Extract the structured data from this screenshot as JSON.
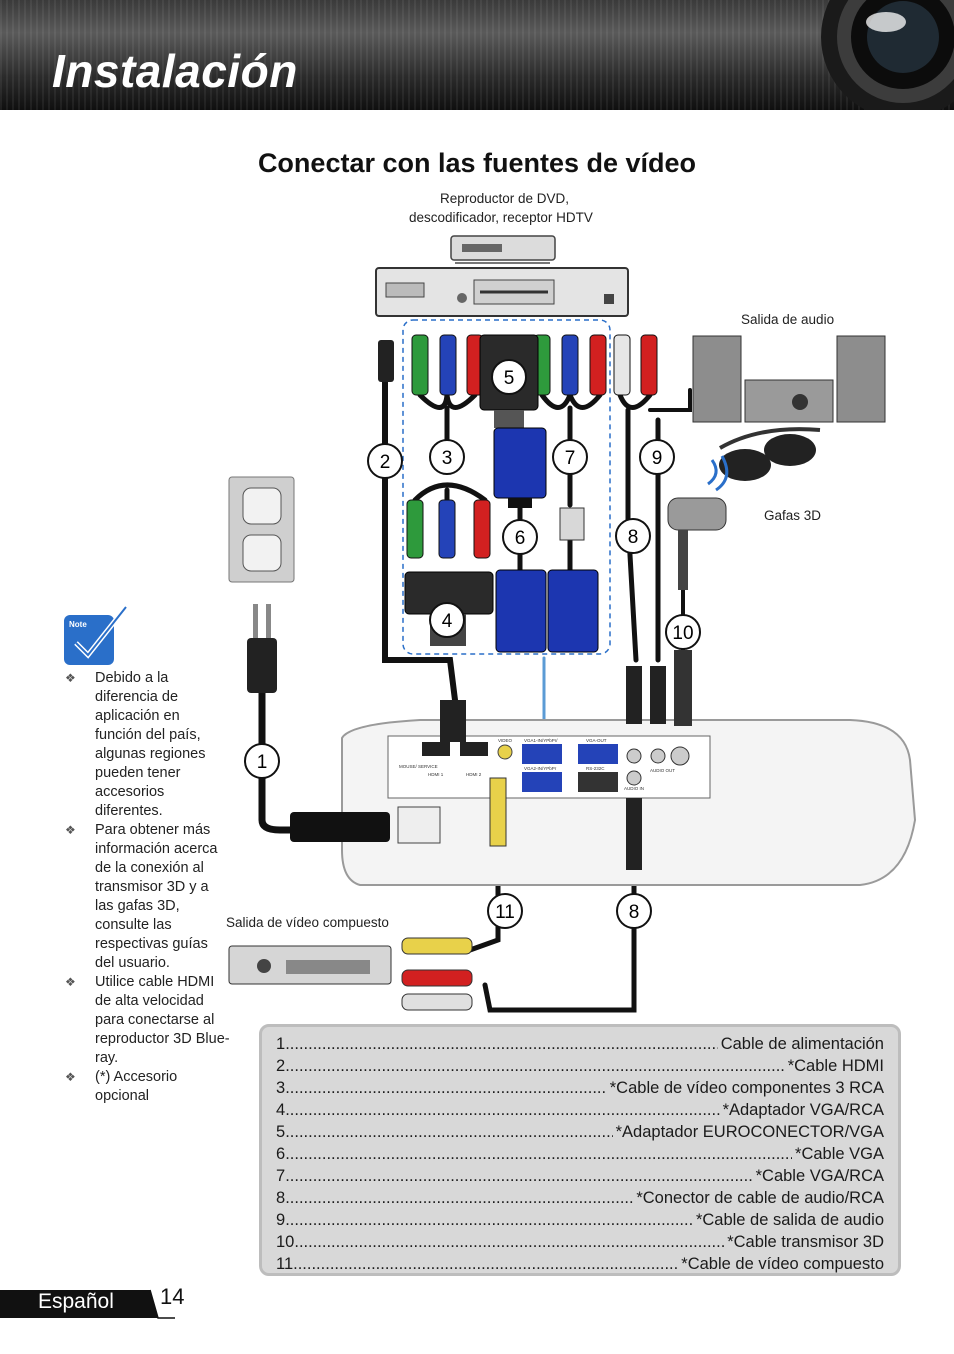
{
  "header": {
    "title": "Instalación"
  },
  "section_title": "Conectar con las fuentes de vídeo",
  "captions": {
    "dvd_line1": "Reproductor de DVD,",
    "dvd_line2": "descodificador, receptor HDTV",
    "audio_out": "Salida de audio",
    "glasses": "Gafas 3D",
    "composite": "Salida de vídeo compuesto"
  },
  "connector_badges": [
    "1",
    "2",
    "3",
    "4",
    "5",
    "6",
    "7",
    "8",
    "9",
    "10",
    "11",
    "8"
  ],
  "projector_ports": [
    "MOUSE/ SERVICE",
    "HDMI 1",
    "HDMI 2",
    "VIDEO",
    "VGA1-IN/YPbPr/",
    "VGA2-IN/YPbPr",
    "VGA-OUT",
    "RS-232C",
    "AUDIO OUT",
    "AUDIO IN"
  ],
  "note": {
    "badge": "Note",
    "items": [
      "Debido a la diferencia de aplicación en función del país, algunas regiones pueden tener accesorios diferentes.",
      "Para obtener más información acerca de la conexión al transmisor 3D y a las gafas 3D, consulte las respectivas guías del usuario.",
      "Utilice cable HDMI de alta velocidad para conectarse al reproductor 3D Blue-ray.",
      "(*) Accesorio opcional"
    ]
  },
  "legend": [
    {
      "num": "1",
      "label": "Cable de alimentación"
    },
    {
      "num": "2",
      "label": "*Cable HDMI"
    },
    {
      "num": "3",
      "label": "*Cable de vídeo componentes 3 RCA"
    },
    {
      "num": "4",
      "label": "*Adaptador VGA/RCA"
    },
    {
      "num": "5",
      "label": "*Adaptador EUROCONECTOR/VGA"
    },
    {
      "num": "6",
      "label": "*Cable VGA"
    },
    {
      "num": "7",
      "label": "*Cable VGA/RCA"
    },
    {
      "num": "8",
      "label": "*Conector de cable de audio/RCA"
    },
    {
      "num": "9",
      "label": "*Cable de salida de audio"
    },
    {
      "num": "10",
      "label": "*Cable transmisor 3D"
    },
    {
      "num": "11",
      "label": "*Cable de vídeo compuesto"
    }
  ],
  "footer": {
    "language": "Español",
    "page": "14"
  },
  "colors": {
    "accent_blue": "#2a6fc9",
    "legend_bg": "#d8d8d8",
    "header_dark": "#2b2b2b"
  }
}
